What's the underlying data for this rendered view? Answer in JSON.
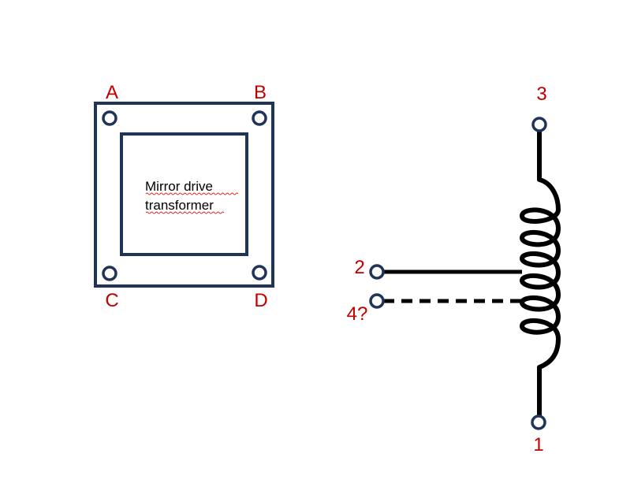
{
  "transformer": {
    "label_line1": "Mirror drive",
    "label_line2": "transformer",
    "corner_labels": {
      "top_left": "A",
      "top_right": "B",
      "bottom_left": "C",
      "bottom_right": "D"
    }
  },
  "coil": {
    "pin_top": "3",
    "pin_tap": "2",
    "pin_tap_dashed": "4?",
    "pin_bottom": "1"
  },
  "colors": {
    "outline": "#1f3456",
    "label": "#c00000",
    "wire": "#000000"
  }
}
